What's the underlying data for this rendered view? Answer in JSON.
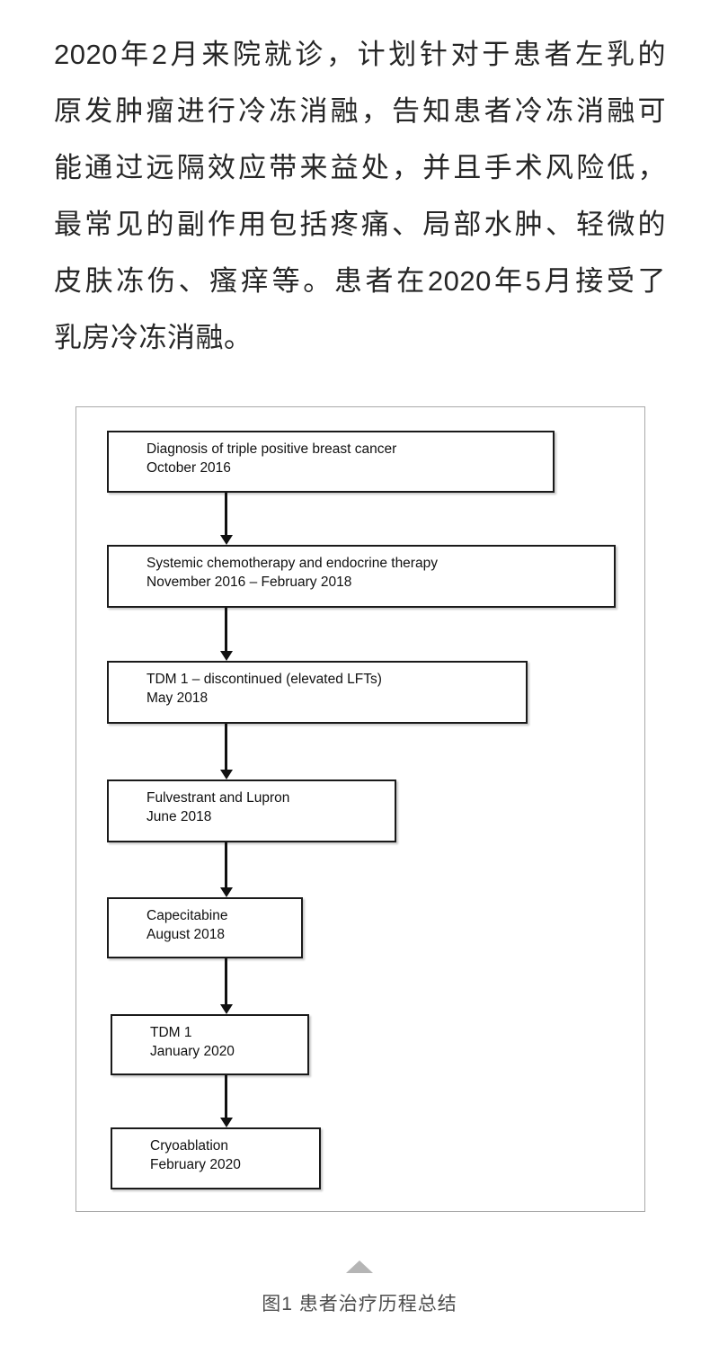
{
  "paragraph": {
    "lines": [
      "2020年2月来院就诊，计划针对于患者左乳的",
      "原发肿瘤进行冷冻消融，告知患者冷冻消融可",
      "能通过远隔效应带来益处，并且手术风险低，",
      "最常见的副作用包括疼痛、局部水肿、轻微的",
      "皮肤冻伤、瘙痒等。患者在2020年5月接受了",
      "乳房冷冻消融。"
    ]
  },
  "figure": {
    "steps": [
      {
        "label": "Diagnosis of triple positive breast cancer",
        "date": "October 2016"
      },
      {
        "label": "Systemic chemotherapy and endocrine therapy",
        "date": "November 2016 – February 2018"
      },
      {
        "label": "TDM 1 – discontinued (elevated LFTs)",
        "date": "May 2018"
      },
      {
        "label": "Fulvestrant and Lupron",
        "date": "June 2018"
      },
      {
        "label": "Capecitabine",
        "date": "August 2018"
      },
      {
        "label": "TDM 1",
        "date": "January 2020"
      },
      {
        "label": "Cryoablation",
        "date": "February 2020"
      }
    ],
    "connector_icon": "arrow-down-icon",
    "collapse_icon": "triangle-up-icon",
    "caption": "图1 患者治疗历程总结"
  },
  "colors": {
    "body_text": "#262626",
    "box_border": "#1a1a1a",
    "frame_border": "#a9a9a9",
    "caption_text": "#4d4d4d",
    "collapse_icon": "#b5b5b5"
  }
}
